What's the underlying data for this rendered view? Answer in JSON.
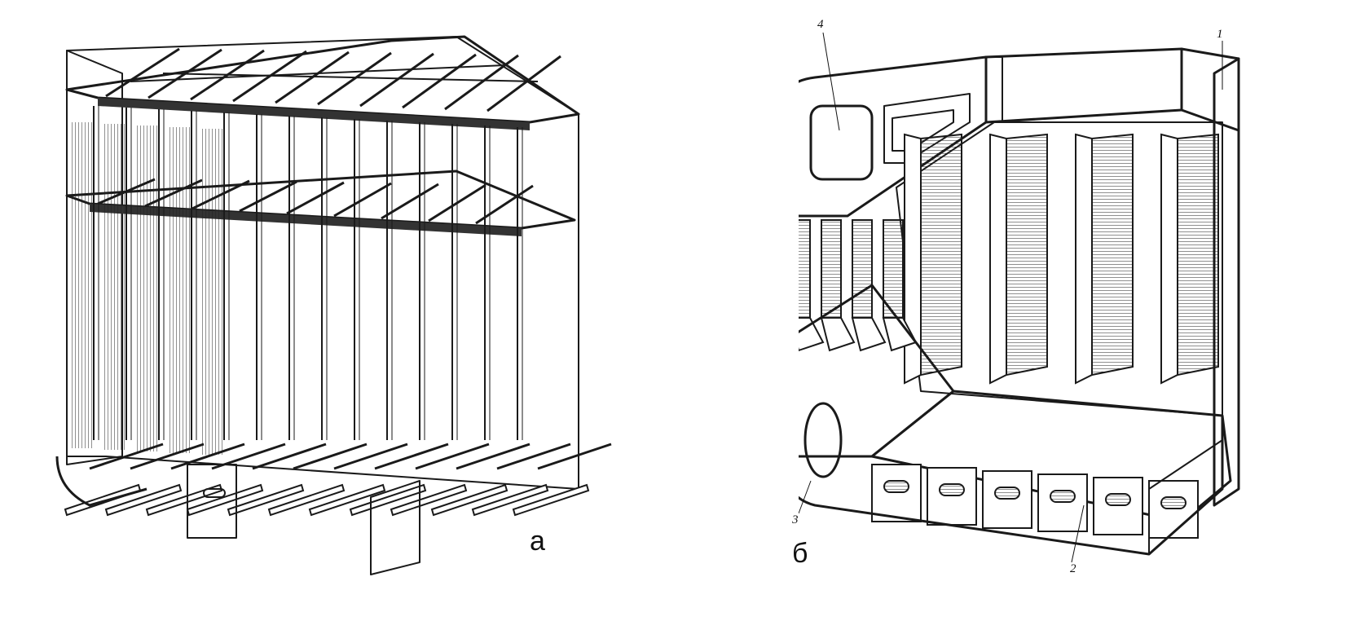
{
  "figure": {
    "panel_a": {
      "label": "а"
    },
    "panel_b": {
      "label": "б",
      "callouts": [
        "1",
        "2",
        "3",
        "4"
      ]
    }
  },
  "colors": {
    "ink": "#1a1a1a",
    "stipple": "#9a9a9a",
    "paper": "#ffffff"
  }
}
